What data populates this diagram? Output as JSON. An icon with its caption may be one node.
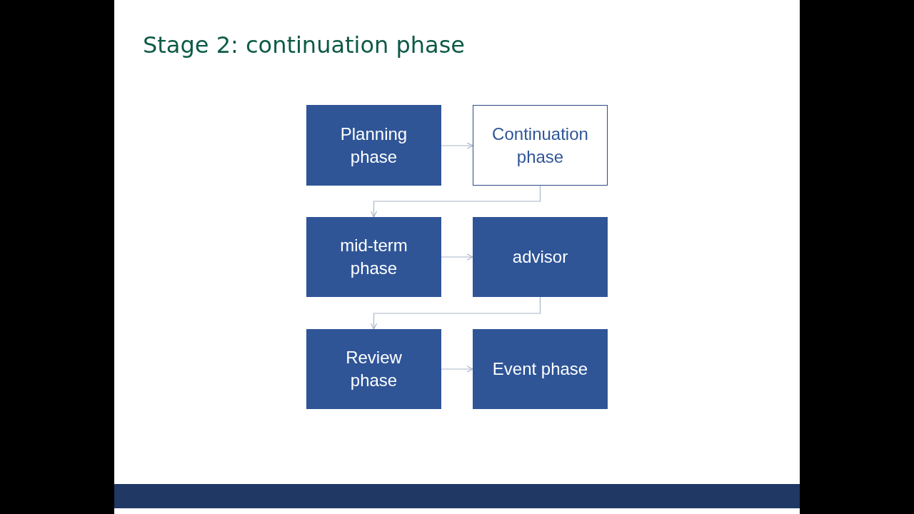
{
  "diagram": {
    "title": "Stage 2: continuation phase",
    "nodes": [
      {
        "text": [
          "Planning phase"
        ]
      },
      {
        "text": [
          "Continuation phase"
        ]
      },
      {
        "text": [
          "mid-term phase"
        ]
      },
      {
        "text": [
          "advisor"
        ]
      },
      {
        "text": [
          "Review phase"
        ]
      },
      {
        "text": [
          "Event phase"
        ]
      }
    ],
    "edges": [
      {
        "from": 0,
        "to": 1,
        "arrow": "to"
      },
      {
        "from": 1,
        "to": 2,
        "arrow": "to"
      },
      {
        "from": 2,
        "to": 3,
        "arrow": "to"
      },
      {
        "from": 3,
        "to": 4,
        "arrow": "to"
      },
      {
        "from": 4,
        "to": 5,
        "arrow": "to"
      }
    ]
  }
}
